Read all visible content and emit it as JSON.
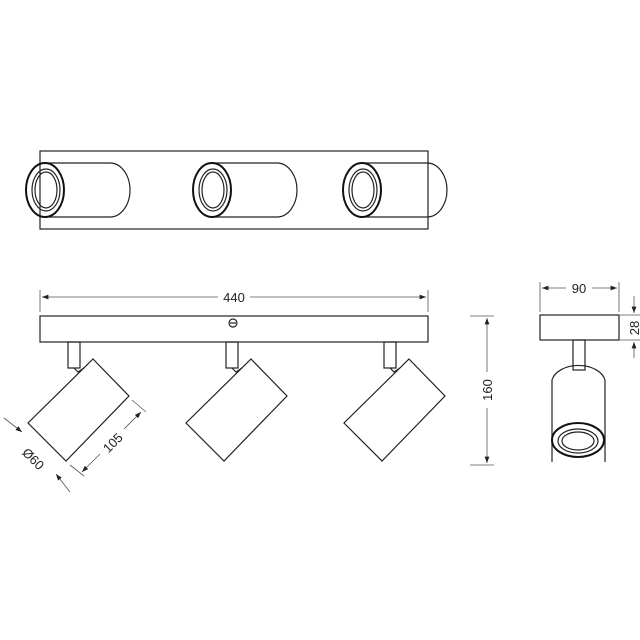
{
  "dimensions": {
    "length": "440",
    "height": "160",
    "depth": "90",
    "plate_height": "28",
    "head_length": "105",
    "head_diameter": "Ø60"
  }
}
